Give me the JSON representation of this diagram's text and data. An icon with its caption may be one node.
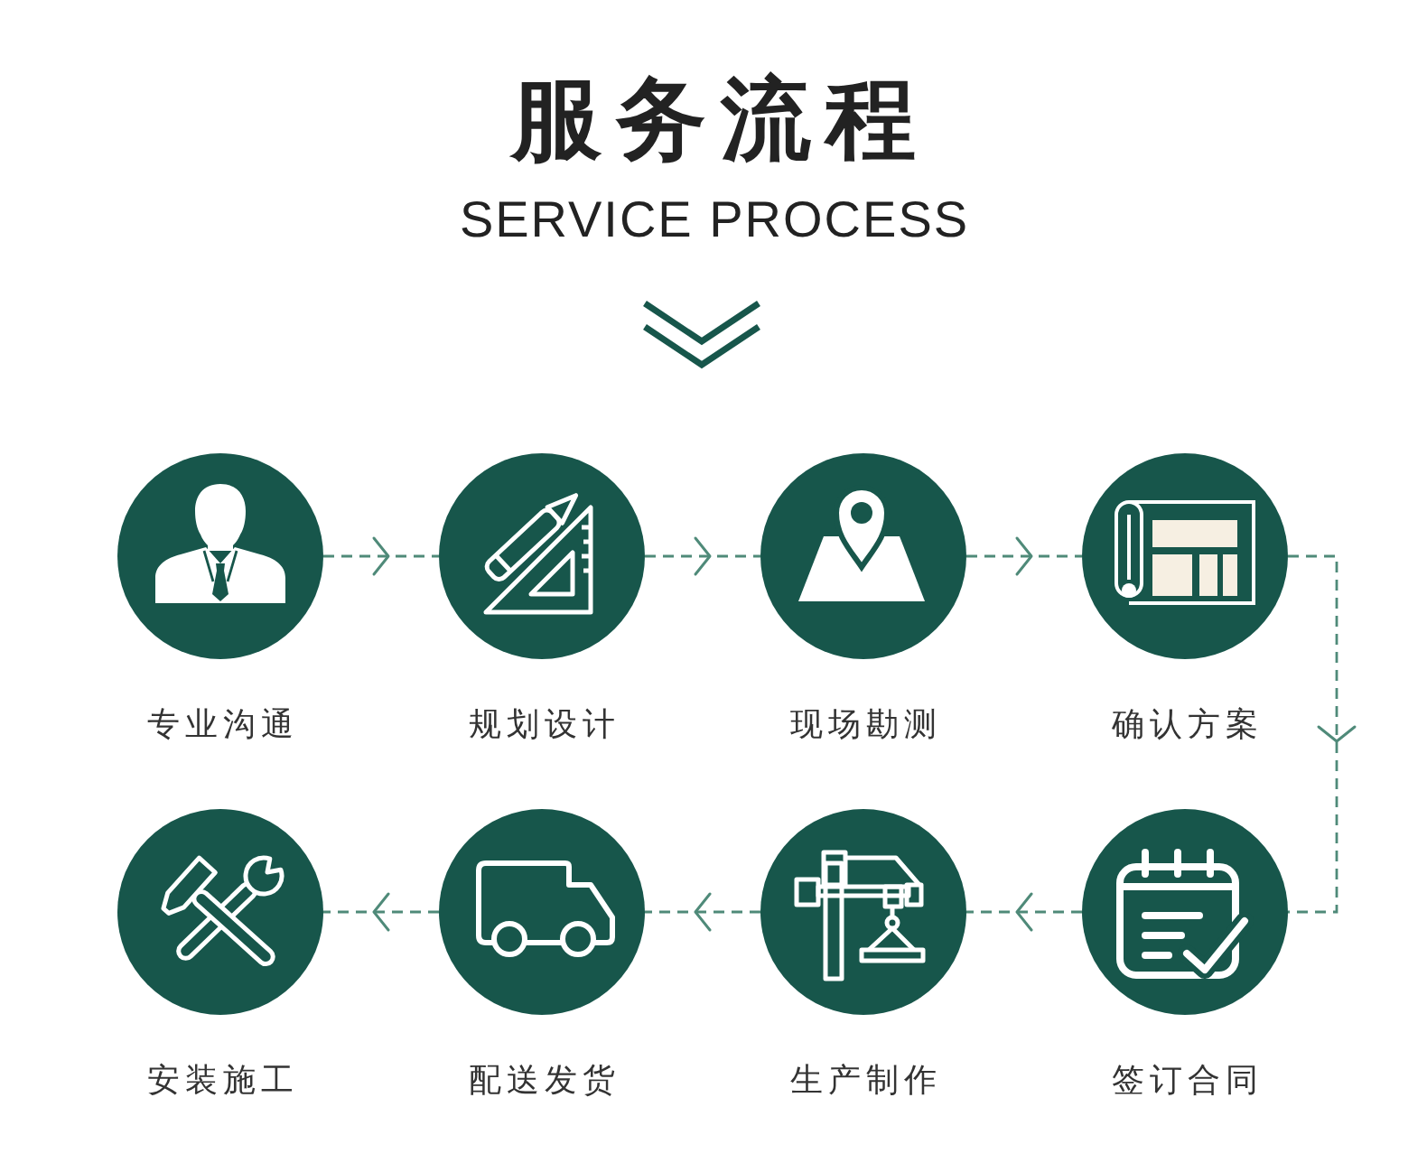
{
  "diagram": {
    "title": "服务流程",
    "nodes": [
      {
        "text": [],
        "shape": "circle",
        "beside": [
          "专业沟通"
        ]
      },
      {
        "text": [],
        "shape": "circle",
        "beside": [
          "规划设计"
        ]
      },
      {
        "text": [],
        "shape": "circle",
        "beside": [
          "现场勘测"
        ]
      },
      {
        "text": [],
        "shape": "circle",
        "beside": [
          "确认方案"
        ]
      },
      {
        "text": [],
        "shape": "circle",
        "beside": [
          "签订合同"
        ]
      },
      {
        "text": [],
        "shape": "circle",
        "beside": [
          "生产制作"
        ]
      },
      {
        "text": [],
        "shape": "circle",
        "beside": [
          "配送发货"
        ]
      },
      {
        "text": [],
        "shape": "circle",
        "beside": [
          "安装施工"
        ]
      }
    ],
    "edges": [
      {
        "from": 0,
        "to": 1,
        "arrow": "to",
        "style": "dashed"
      },
      {
        "from": 1,
        "to": 2,
        "arrow": "to",
        "style": "dashed"
      },
      {
        "from": 2,
        "to": 3,
        "arrow": "to",
        "style": "dashed"
      },
      {
        "from": 3,
        "to": 4,
        "arrow": "to",
        "style": "dashed"
      },
      {
        "from": 4,
        "to": 5,
        "arrow": "to",
        "style": "dashed"
      },
      {
        "from": 5,
        "to": 6,
        "arrow": "to",
        "style": "dashed"
      },
      {
        "from": 6,
        "to": 7,
        "arrow": "to",
        "style": "dashed"
      }
    ],
    "labels": [
      "SERVICE PROCESS"
    ]
  }
}
